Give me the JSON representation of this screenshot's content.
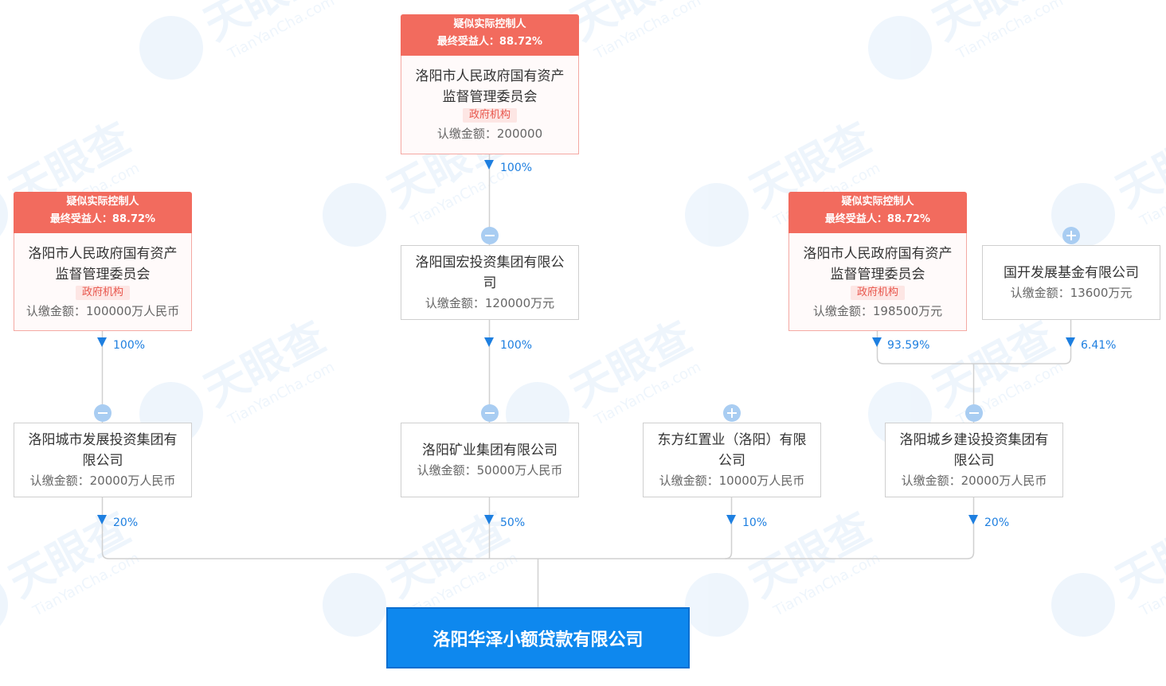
{
  "watermark": {
    "logo_text": "天眼查",
    "url_text": "TianYanCha.com"
  },
  "controller_badge": {
    "line1": "疑似实际控制人",
    "line2": "最终受益人：88.72%"
  },
  "nodes": {
    "gov_top": {
      "name": "洛阳市人民政府国有资产监督管理委员会",
      "tag": "政府机构",
      "amount": "认缴金额：200000"
    },
    "gov_left": {
      "name": "洛阳市人民政府国有资产监督管理委员会",
      "tag": "政府机构",
      "amount": "认缴金额：100000万人民币"
    },
    "guohong": {
      "name": "洛阳国宏投资集团有限公司",
      "amount": "认缴金额：120000万元"
    },
    "gov_right": {
      "name": "洛阳市人民政府国有资产监督管理委员会",
      "tag": "政府机构",
      "amount": "认缴金额：198500万元"
    },
    "guokai": {
      "name": "国开发展基金有限公司",
      "amount": "认缴金额：13600万元"
    },
    "chengfa": {
      "name": "洛阳城市发展投资集团有限公司",
      "amount": "认缴金额：20000万人民币"
    },
    "kuangye": {
      "name": "洛阳矿业集团有限公司",
      "amount": "认缴金额：50000万人民币"
    },
    "dongfang": {
      "name": "东方红置业（洛阳）有限公司",
      "amount": "认缴金额：10000万人民币"
    },
    "chengxiang": {
      "name": "洛阳城乡建设投资集团有限公司",
      "amount": "认缴金额：20000万人民币"
    }
  },
  "percentages": {
    "gov_top_to_guohong": "100%",
    "gov_left_to_chengfa": "100%",
    "guohong_to_kuangye": "100%",
    "gov_right_to_chengxiang": "93.59%",
    "guokai_to_chengxiang": "6.41%",
    "chengfa_to_target": "20%",
    "kuangye_to_target": "50%",
    "dongfang_to_target": "10%",
    "chengxiang_to_target": "20%"
  },
  "target": {
    "name": "洛阳华泽小额贷款有限公司"
  },
  "colors": {
    "controller_badge": "#f26b5e",
    "arrow": "#1e7fe0",
    "target_fill": "#0e88ee",
    "toggle": "#a9cdf2"
  }
}
